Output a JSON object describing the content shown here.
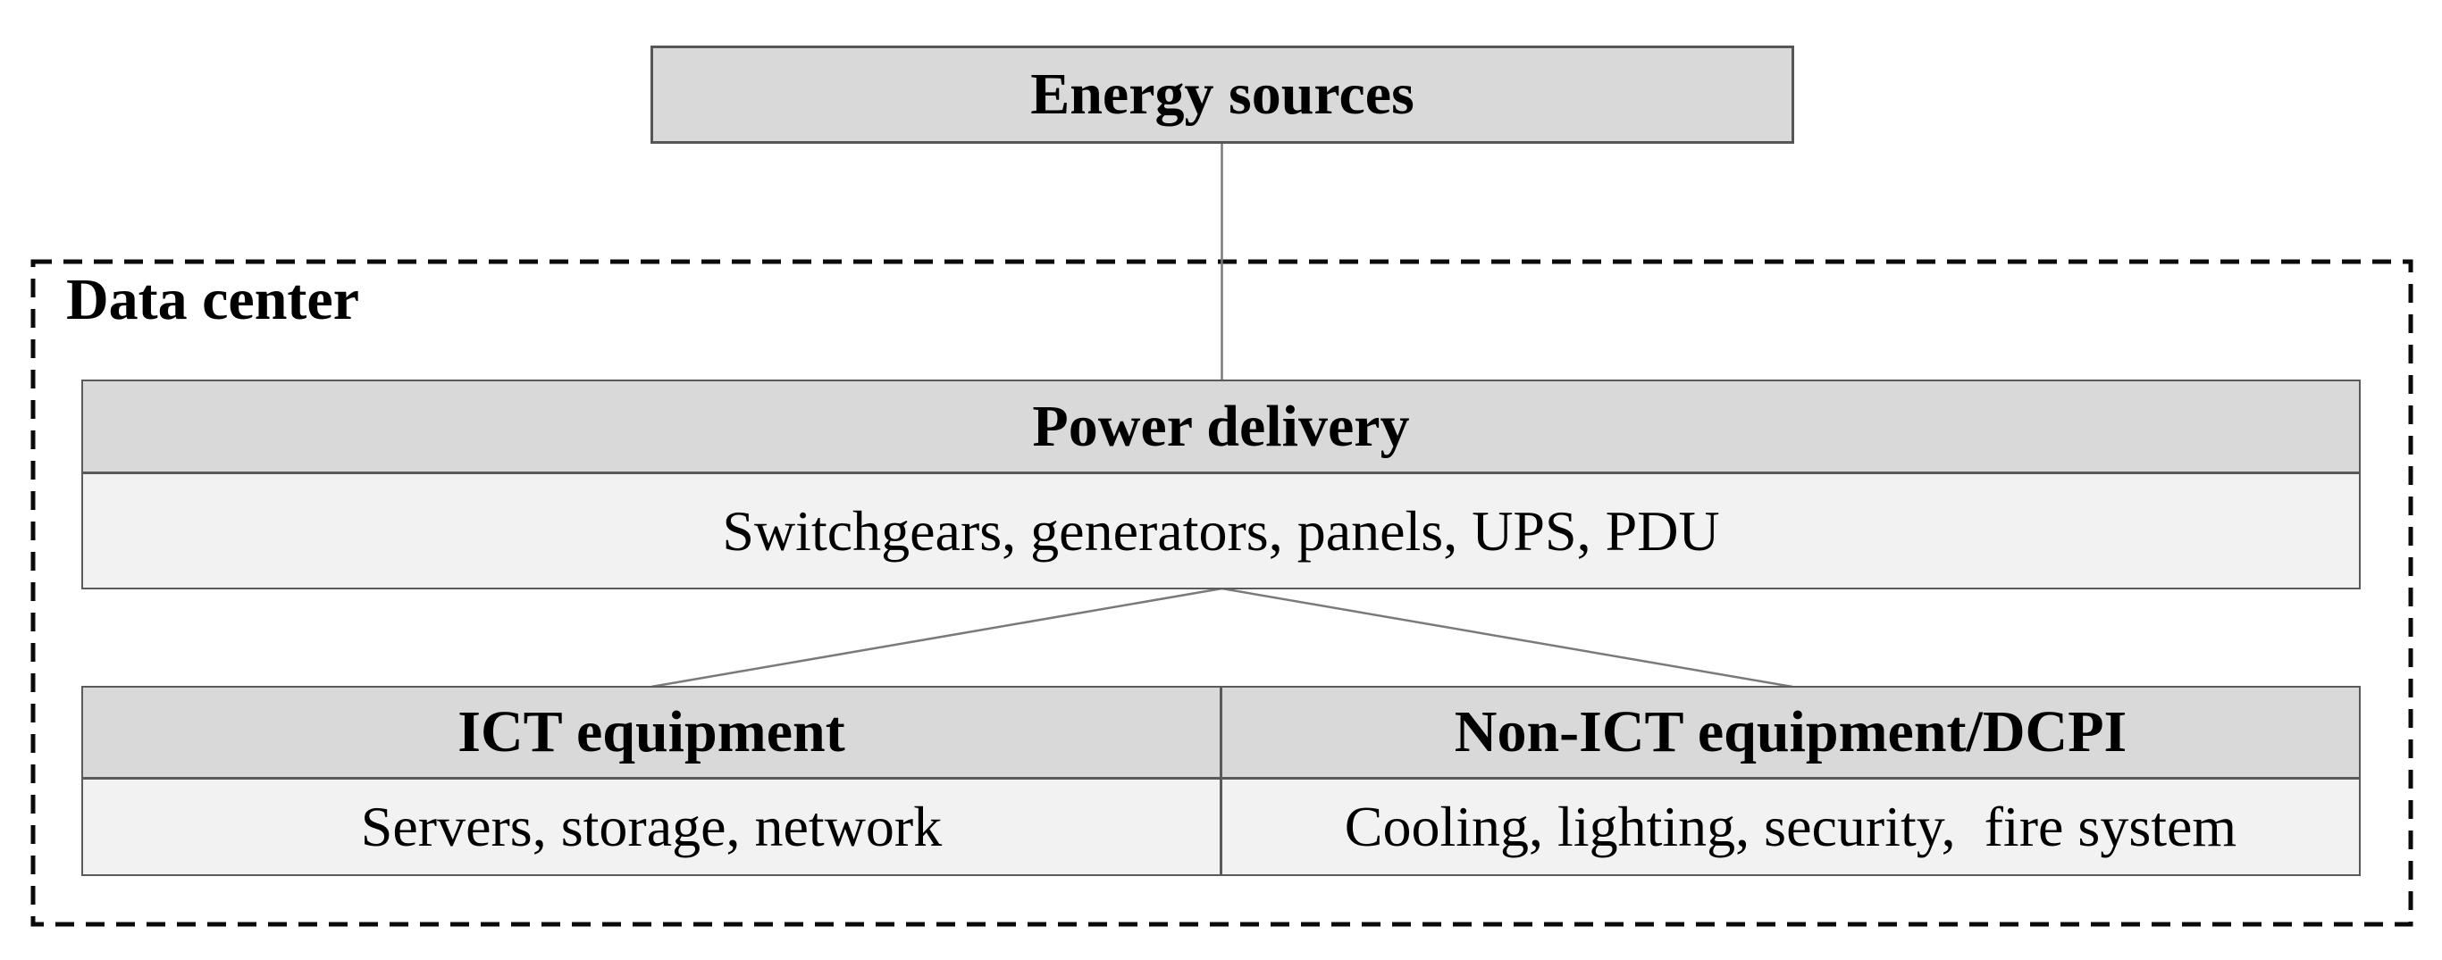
{
  "diagram": {
    "title_implicit": "Data center energy flow diagram"
  },
  "energy_box": {
    "label": "Energy sources"
  },
  "data_center": {
    "label": "Data center"
  },
  "power_delivery": {
    "title": "Power delivery",
    "items": "Switchgears, generators, panels, UPS, PDU"
  },
  "ict": {
    "title": "ICT equipment",
    "items": "Servers, storage, network"
  },
  "non_ict": {
    "title": "Non-ICT equipment/DCPI",
    "items": "Cooling, lighting, security,  fire system"
  },
  "colors": {
    "box_header_bg": "#d9d9d9",
    "box_body_bg": "#f2f2f2",
    "box_border": "#5a5a5a",
    "connector_line": "#7a7a7a",
    "dashed_boundary": "#0a0a0a",
    "text": "#000000",
    "background": "#ffffff"
  }
}
